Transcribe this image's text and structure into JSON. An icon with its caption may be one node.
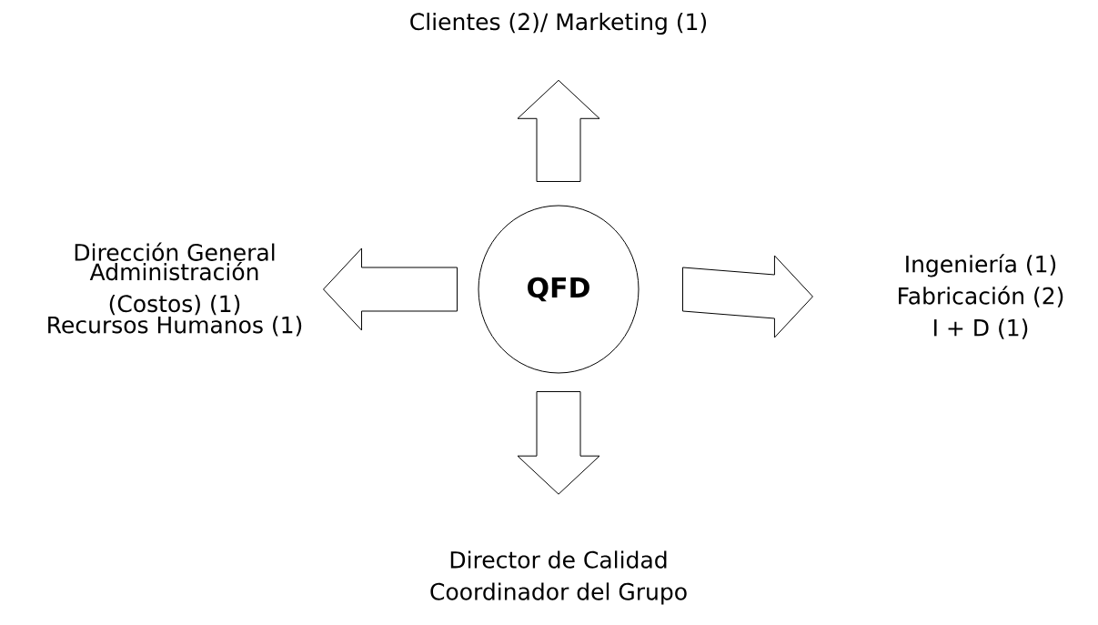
{
  "diagram": {
    "nodes": [
      {
        "text": [
          "QFD"
        ]
      },
      {
        "text": [
          "Clientes (2)/ Marketing (1)"
        ]
      },
      {
        "text": [
          "Dirección General",
          "Administración (Costos) (1)",
          "Recursos Humanos (1)"
        ]
      },
      {
        "text": [
          "Ingeniería (1)",
          "Fabricación (2)",
          "I + D (1)"
        ]
      },
      {
        "text": [
          "Director de Calidad",
          "Coordinador del Grupo"
        ]
      }
    ],
    "edges": [
      {
        "from": 0,
        "to": 1,
        "arrow": "to"
      },
      {
        "from": 0,
        "to": 2,
        "arrow": "to"
      },
      {
        "from": 0,
        "to": 3,
        "arrow": "to"
      },
      {
        "from": 0,
        "to": 4,
        "arrow": "to"
      }
    ]
  }
}
